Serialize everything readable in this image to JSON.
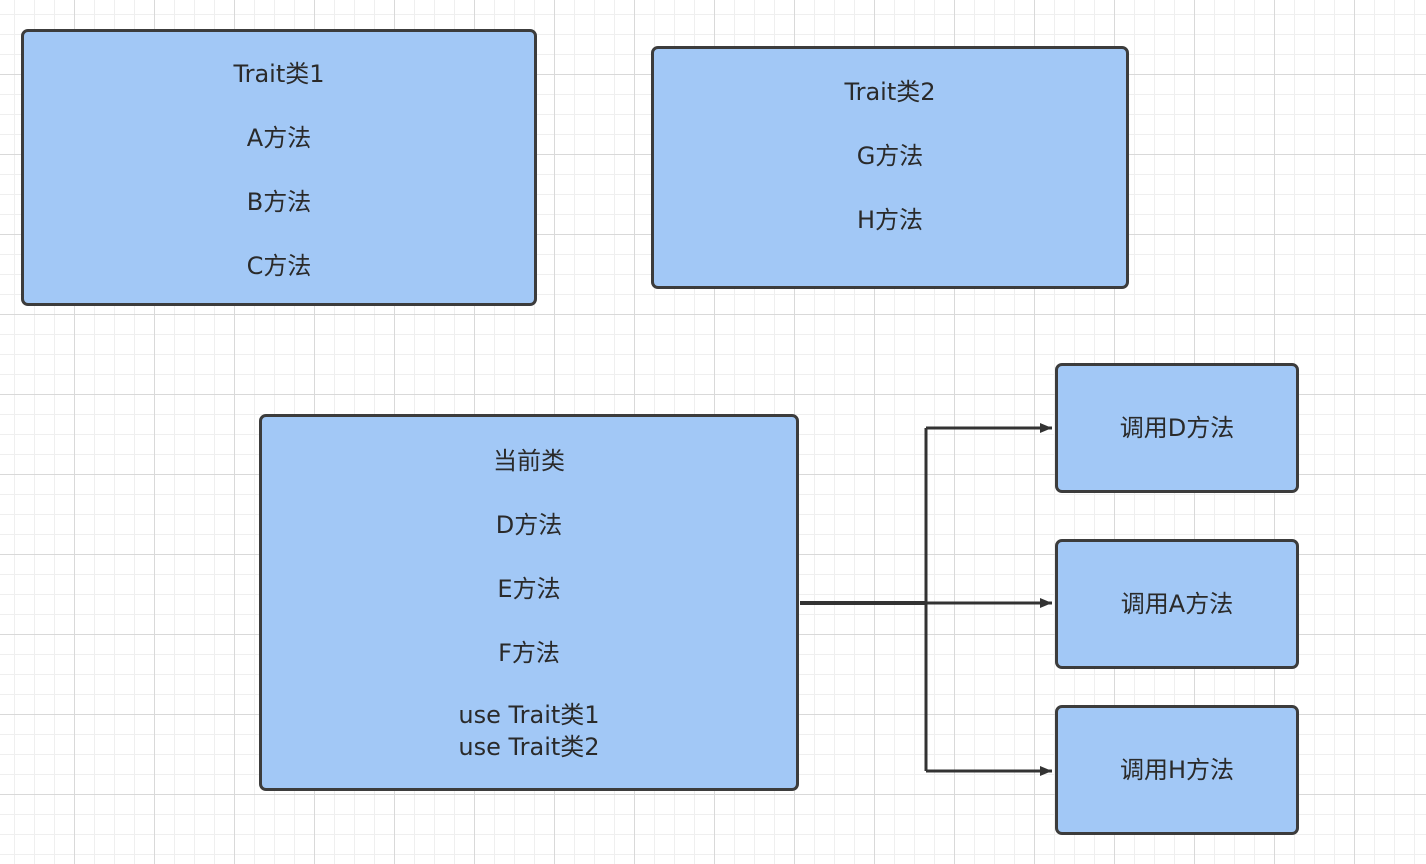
{
  "trait1": {
    "title": "Trait类1",
    "methods": [
      "A方法",
      "B方法",
      "C方法"
    ]
  },
  "trait2": {
    "title": "Trait类2",
    "methods": [
      "G方法",
      "H方法"
    ]
  },
  "current": {
    "title": "当前类",
    "methods": [
      "D方法",
      "E方法",
      "F方法"
    ],
    "uses": [
      "use Trait类1",
      "use Trait类2"
    ]
  },
  "calls": {
    "d": "调用D方法",
    "a": "调用A方法",
    "h": "调用H方法"
  },
  "colors": {
    "box_fill": "#a2c8f6",
    "box_border": "#3c3c3c",
    "connector": "#333333"
  }
}
